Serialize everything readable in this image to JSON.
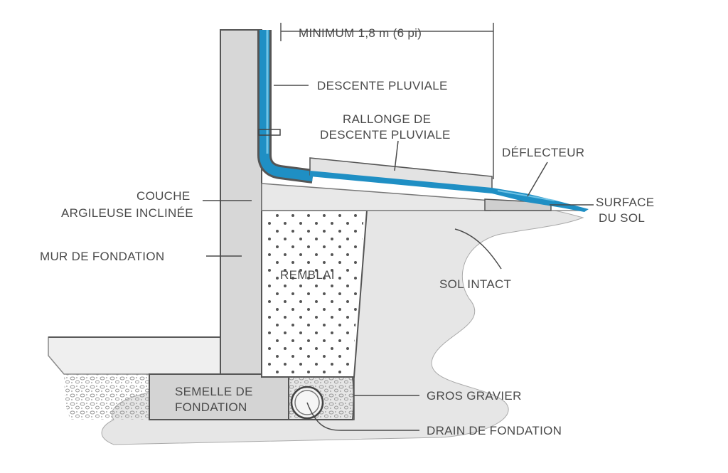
{
  "labels": {
    "minimum": "MINIMUM 1,8 m (6 pi)",
    "descente_pluviale": "DESCENTE PLUVIALE",
    "rallonge_line1": "RALLONGE DE",
    "rallonge_line2": "DESCENTE PLUVIALE",
    "deflecteur": "DÉFLECTEUR",
    "couche_line1": "COUCHE",
    "couche_line2": "ARGILEUSE INCLINÉE",
    "surface_line1": "SURFACE",
    "surface_line2": "DU SOL",
    "mur_de_fondation": "MUR DE FONDATION",
    "remblai": "REMBLAI",
    "sol_intact": "SOL INTACT",
    "semelle_line1": "SEMELLE DE",
    "semelle_line2": "FONDATION",
    "gros_gravier": "GROS GRAVIER",
    "drain_de_fondation": "DRAIN DE FONDATION"
  },
  "colors": {
    "water": "#1f8fc4",
    "water_light": "#6fc3e6",
    "wall": "#d7d7d7",
    "soil": "#e6e6e6",
    "line": "#4a4a4a",
    "text": "#4a4a4a"
  }
}
